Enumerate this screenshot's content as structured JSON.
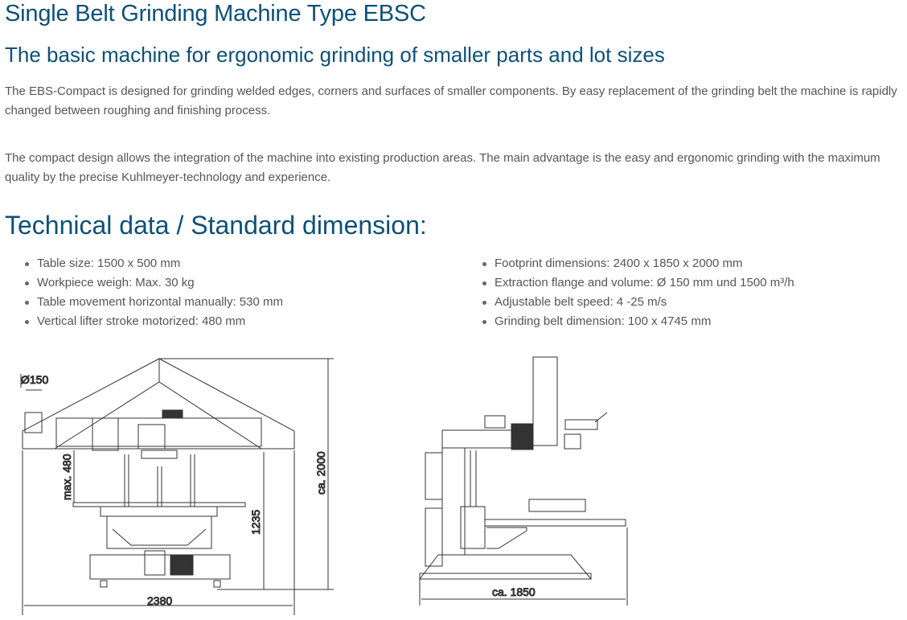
{
  "title": "Single Belt Grinding Machine Type EBSC",
  "subtitle": "The basic machine for ergonomic grinding of smaller parts and lot sizes",
  "paragraphs": [
    "The EBS-Compact is designed for grinding welded edges, corners and surfaces of smaller components. By easy replacement of the grinding belt the machine is rapidly changed between roughing and finishing process.",
    "The compact design allows the integration of the machine into existing production areas. The main advantage is the easy and ergonomic grinding with the maximum quality by the precise Kuhlmeyer-technology and experience."
  ],
  "tech_heading": "Technical data / Standard dimension:",
  "specs_left": [
    "Table size: 1500 x 500 mm",
    "Workpiece weigh: Max. 30 kg",
    "Table movement horizontal manually: 530 mm",
    "Vertical lifter stroke motorized: 480 mm"
  ],
  "specs_right": [
    "Footprint dimensions: 2400 x 1850 x 2000 mm",
    "Extraction flange and volume: Ø 150 mm und 1500 m³/h",
    "Adjustable belt speed: 4 -25 m/s",
    "Grinding belt dimension: 100 x 4745 mm"
  ],
  "drawings": {
    "front": {
      "diameter": "Ø150",
      "stroke": "max. 480",
      "height": "ca. 2000",
      "table_height": "1235",
      "width": "2380"
    },
    "side": {
      "depth": "ca. 1850"
    }
  }
}
